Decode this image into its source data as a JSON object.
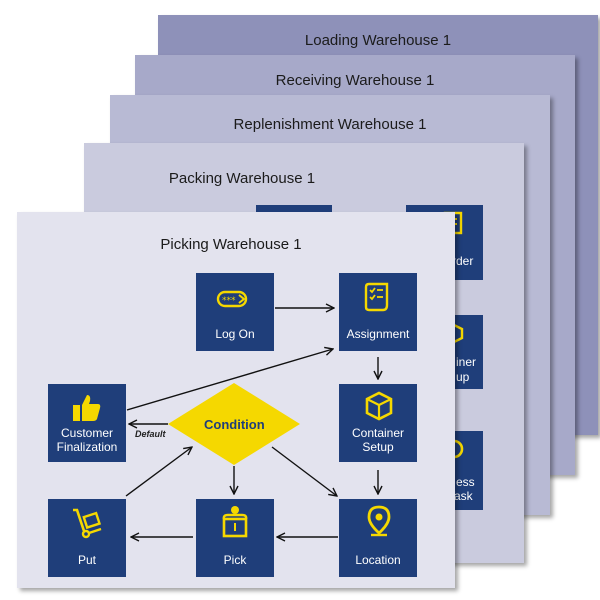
{
  "panels": {
    "loading": "Loading Warehouse 1",
    "receiving": "Receiving Warehouse 1",
    "replenishment": "Replenishment Warehouse 1",
    "packing": "Packing Warehouse 1",
    "picking": "Picking Warehouse 1"
  },
  "packing_tiles": {
    "order": "rder",
    "container_line1": "iner",
    "container_line2": "up",
    "task_line1": "ess",
    "task_line2": "Task"
  },
  "nodes": {
    "log_on": "Log On",
    "assignment": "Assignment",
    "customer_finalization_line1": "Customer",
    "customer_finalization_line2": "Finalization",
    "condition": "Condition",
    "default": "Default",
    "container_setup_line1": "Container",
    "container_setup_line2": "Setup",
    "put": "Put",
    "pick": "Pick",
    "location": "Location"
  },
  "colors": {
    "tile": "#1f3e7a",
    "icon": "#f5d800",
    "condition": "#f5d800"
  },
  "icons": {
    "log_on": "badge-icon",
    "assignment": "checklist-icon",
    "customer_finalization": "thumbs-up-icon",
    "container_setup": "box-icon",
    "put": "hand-truck-icon",
    "pick": "person-box-icon",
    "location": "map-pin-icon"
  }
}
